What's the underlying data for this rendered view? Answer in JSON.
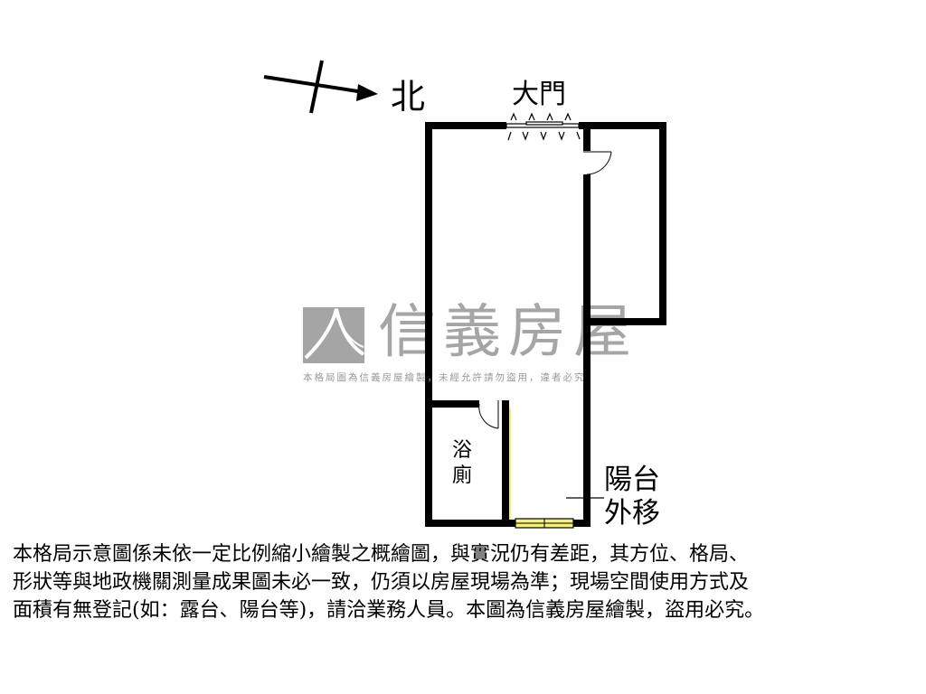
{
  "watermark": {
    "brand": "信義房屋",
    "notice": "本格局圖為信義房屋繪製，未經允許請勿盜用，違者必究",
    "color": "#a5a5a5"
  },
  "compass": {
    "label": "北",
    "icon": "north-arrow-icon"
  },
  "rooms": {
    "main_door": "大門",
    "bathroom_line1": "浴",
    "bathroom_line2": "廁",
    "balcony_line1": "陽台",
    "balcony_line2": "外移"
  },
  "colors": {
    "wall": "#000000",
    "window": "#f5f07a"
  },
  "disclaimer": {
    "lines": [
      "本格局示意圖係未依一定比例縮小繪製之概繪圖，與實況仍有差距，其方位、格局、",
      "形狀等與地政機關測量成果圖未必一致，仍須以房屋現場為準；現場空間使用方式及",
      "面積有無登記(如：露台、陽台等)，請洽業務人員。本圖為信義房屋繪製，盜用必究。"
    ]
  }
}
